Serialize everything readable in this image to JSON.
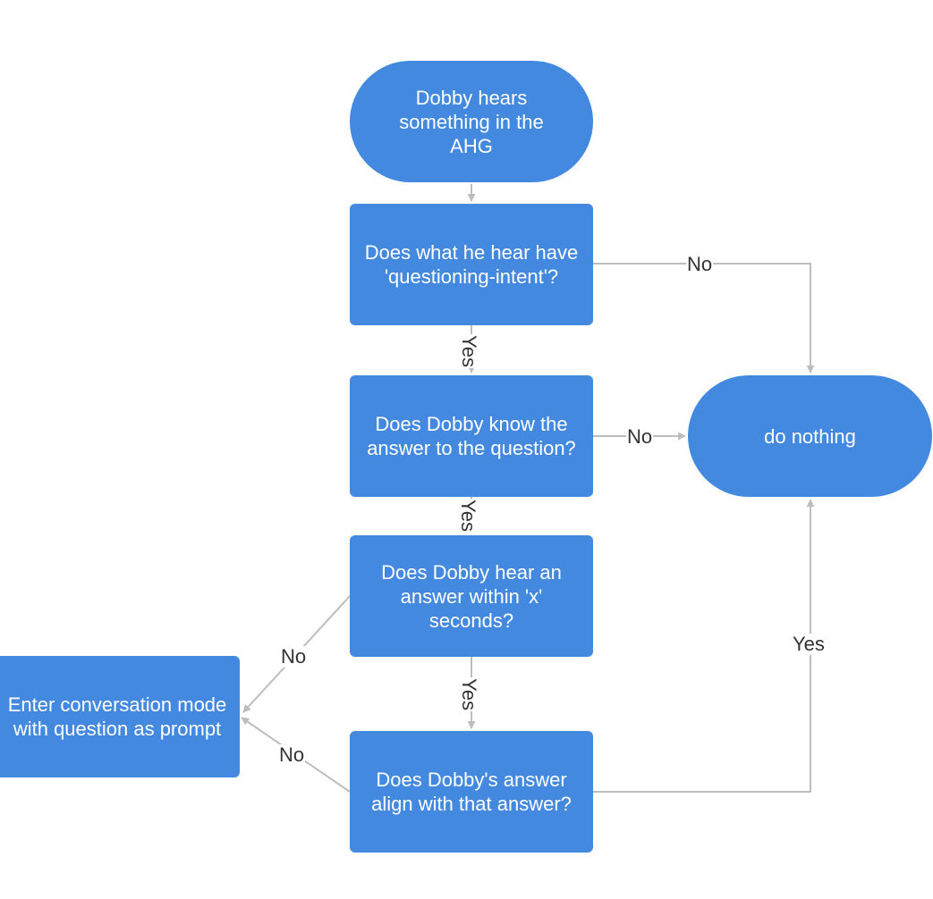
{
  "nodes": {
    "start": "Dobby hears something in the AHG",
    "intent": "Does what he hear have 'questioning-intent'?",
    "know": "Does Dobby know the answer to the question?",
    "nothing": "do nothing",
    "hear": "Does Dobby hear an answer within 'x' seconds?",
    "conversation": "Enter conversation mode with question as prompt",
    "align": "Does Dobby's answer align with that answer?"
  },
  "edges": {
    "intent_no": "No",
    "intent_yes": "Yes",
    "know_no": "No",
    "know_yes": "Yes",
    "hear_no": "No",
    "hear_yes": "Yes",
    "align_no": "No",
    "align_yes": "Yes"
  },
  "colors": {
    "node_fill": "#4489e0",
    "node_text": "#ffffff",
    "connector": "#bdbdbd",
    "label_text": "#333333"
  }
}
